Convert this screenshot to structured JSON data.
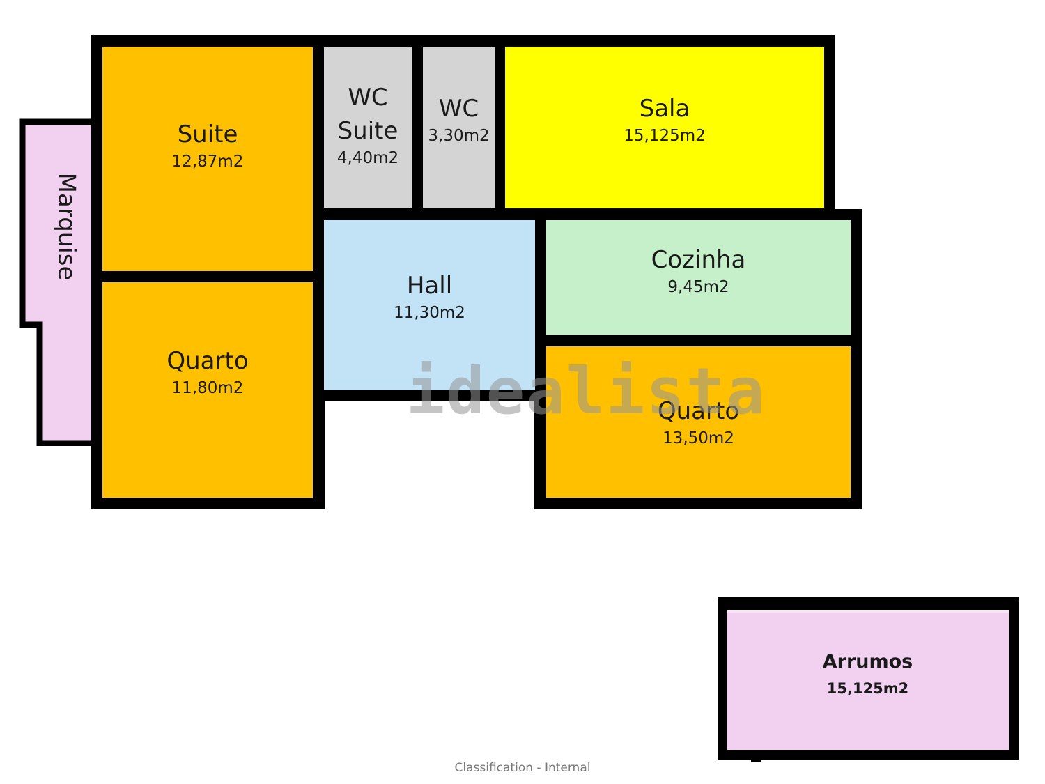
{
  "colors": {
    "bedroom": "#FFC000",
    "wc": "#D4D4D4",
    "sala": "#FFFF00",
    "hall": "#C2E3F5",
    "cozinha": "#C5F0CA",
    "pink": "#F2D0F0",
    "wall": "#000000"
  },
  "rooms": {
    "suite": {
      "name": "Suite",
      "area": "12,87m2"
    },
    "wc_suite": {
      "name_line1": "WC",
      "name_line2": "Suite",
      "area": "4,40m2"
    },
    "wc": {
      "name": "WC",
      "area": "3,30m2"
    },
    "sala": {
      "name": "Sala",
      "area": "15,125m2"
    },
    "hall": {
      "name": "Hall",
      "area": "11,30m2"
    },
    "cozinha": {
      "name": "Cozinha",
      "area": "9,45m2"
    },
    "quarto_left": {
      "name": "Quarto",
      "area": "11,80m2"
    },
    "quarto_right": {
      "name": "Quarto",
      "area": "13,50m2"
    },
    "marquise": {
      "name": "Marquise"
    },
    "arrumos": {
      "name": "Arrumos",
      "area": "15,125m2"
    }
  },
  "watermark": "idealista",
  "footer": "Classification - Internal"
}
